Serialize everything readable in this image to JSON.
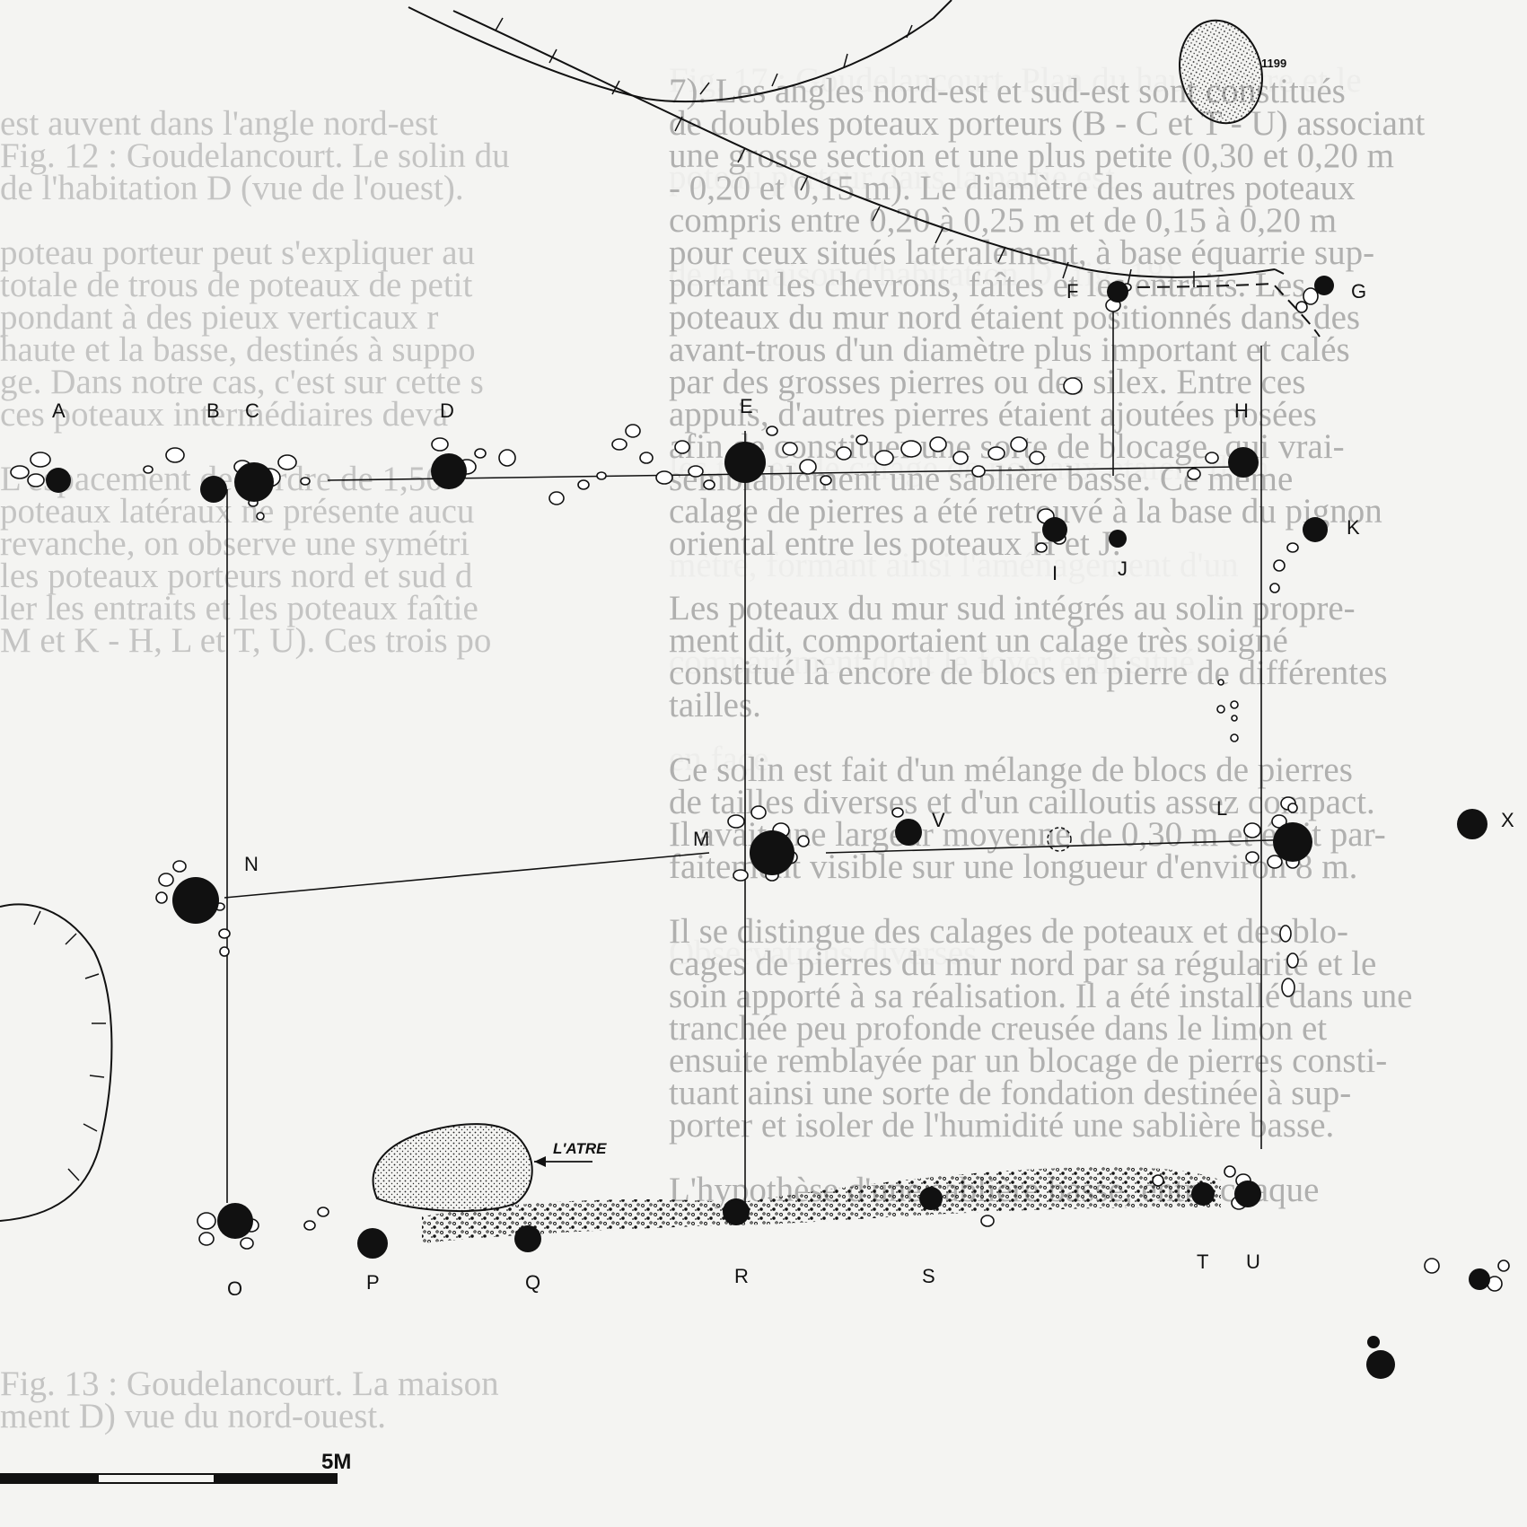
{
  "figure": {
    "feature_label": "1199",
    "hearth_label": "L'ATRE",
    "scale_label": "5M",
    "post_labels": [
      {
        "id": "A",
        "text": "A"
      },
      {
        "id": "B",
        "text": "B"
      },
      {
        "id": "C",
        "text": "C"
      },
      {
        "id": "D",
        "text": "D"
      },
      {
        "id": "E",
        "text": "E"
      },
      {
        "id": "F",
        "text": "F"
      },
      {
        "id": "G",
        "text": "G"
      },
      {
        "id": "H",
        "text": "H"
      },
      {
        "id": "I",
        "text": "I"
      },
      {
        "id": "J",
        "text": "J"
      },
      {
        "id": "K",
        "text": "K"
      },
      {
        "id": "L",
        "text": "L"
      },
      {
        "id": "M",
        "text": "M"
      },
      {
        "id": "N",
        "text": "N"
      },
      {
        "id": "O",
        "text": "O"
      },
      {
        "id": "P",
        "text": "P"
      },
      {
        "id": "Q",
        "text": "Q"
      },
      {
        "id": "R",
        "text": "R"
      },
      {
        "id": "S",
        "text": "S"
      },
      {
        "id": "T",
        "text": "T"
      },
      {
        "id": "U",
        "text": "U"
      },
      {
        "id": "V",
        "text": "V"
      },
      {
        "id": "X",
        "text": "X"
      }
    ]
  },
  "text_right": [
    "7). Les angles nord-est et sud-est sont constitués",
    "de doubles poteaux porteurs (B - C et T - U) associant",
    "une grosse section et une plus petite (0,30 et 0,20 m",
    "- 0,20 et 0,15 m). Le diamètre des autres poteaux",
    "compris entre 0,20 à 0,25 m et de 0,15 à 0,20 m",
    "pour ceux situés latéralement, à base équarrie sup-",
    "portant les chevrons, faîtes et les entraits. Les",
    "poteaux du mur nord étaient positionnés dans des",
    "avant-trous d'un diamètre plus important et calés",
    "par des grosses pierres ou des silex. Entre ces",
    "appuis, d'autres pierres étaient ajoutées posées",
    "afin de constituer une sorte de blocage, qui vrai-",
    "semblablement une sablière basse. Ce même",
    "calage de pierres a été retrouvé à la base du pignon",
    "oriental entre les poteaux H et J.",
    "",
    "Les poteaux du mur sud intégrés au solin propre-",
    "ment dit, comportaient un calage très soigné",
    "constitué là encore de blocs en pierre de différentes",
    "tailles.",
    "",
    "Ce solin est fait d'un mélange de blocs de pierres",
    "de tailles diverses et d'un cailloutis assez compact.",
    "Il avait une largeur moyenne de 0,30 m et était par-",
    "faitement visible sur une longueur d'environ 8 m.",
    "",
    "Il se distingue des calages de poteaux et des blo-",
    "cages de pierres du mur nord par sa régularité et le",
    "soin apporté à sa réalisation. Il a été installé dans une",
    "tranchée peu profonde creusée dans le limon et",
    "ensuite remblayée par un blocage de pierres consti-",
    "tuant ainsi une sorte de fondation destinée à sup-",
    "porter et isoler de l'humidité une sablière basse.",
    "",
    "L'hypothèse d'une sablière basse, entre chaque"
  ],
  "text_left": [
    "est auvent dans l'angle nord-est",
    "Fig. 12 : Goudelancourt. Le solin du",
    "de l'habitation D (vue de l'ouest).",
    "",
    "poteau porteur peut s'expliquer au",
    "totale de trous de poteaux de petit",
    "pondant à des pieux verticaux r",
    "haute et la basse, destinés à suppo",
    "ge. Dans notre cas, c'est sur cette s",
    "ces poteaux intermédiaires deva",
    "",
    "L'espacement de l'ordre de 1,50",
    "poteaux latéraux ne présente aucu",
    "revanche, on observe une symétri",
    "les poteaux porteurs nord et sud d",
    "ler les entraits et les poteaux faîtie",
    "M et K - H, L et T, U). Ces trois po",
    "",
    "",
    "",
    "",
    "",
    "",
    "",
    "",
    "",
    "",
    "",
    "",
    "",
    "",
    "",
    "",
    "",
    "",
    "",
    "",
    "",
    "",
    "Fig. 13 : Goudelancourt. La maison",
    "ment D) vue du nord-ouest."
  ]
}
